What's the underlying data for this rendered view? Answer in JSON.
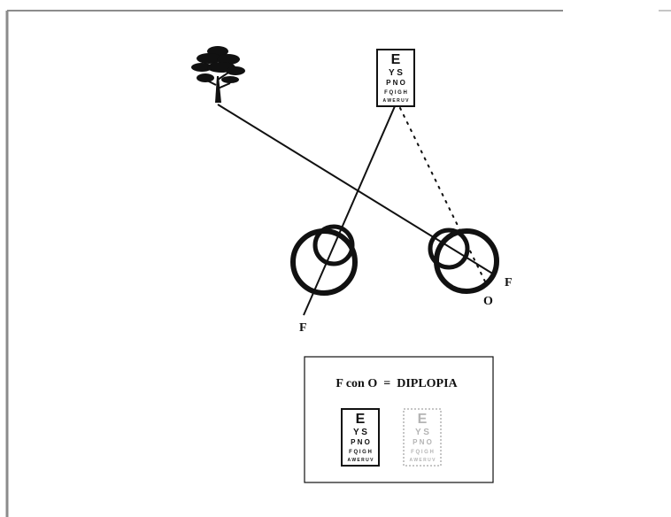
{
  "diagram": {
    "tree_icon": "tree-icon",
    "chart_icon": "eye-chart-icon",
    "left_eye_label": "F",
    "right_eye_label_f": "F",
    "right_eye_label_o": "O",
    "result_box": {
      "equation": "F con O  =  DIPLOPIA"
    },
    "eye_chart": {
      "rows": [
        "E",
        "Y S",
        "P N O",
        "F Q I G H",
        "A W E R U V"
      ]
    },
    "colors": {
      "ink": "#111111",
      "ghost": "#9a9a9a",
      "frame": "#8c8c8c"
    }
  }
}
